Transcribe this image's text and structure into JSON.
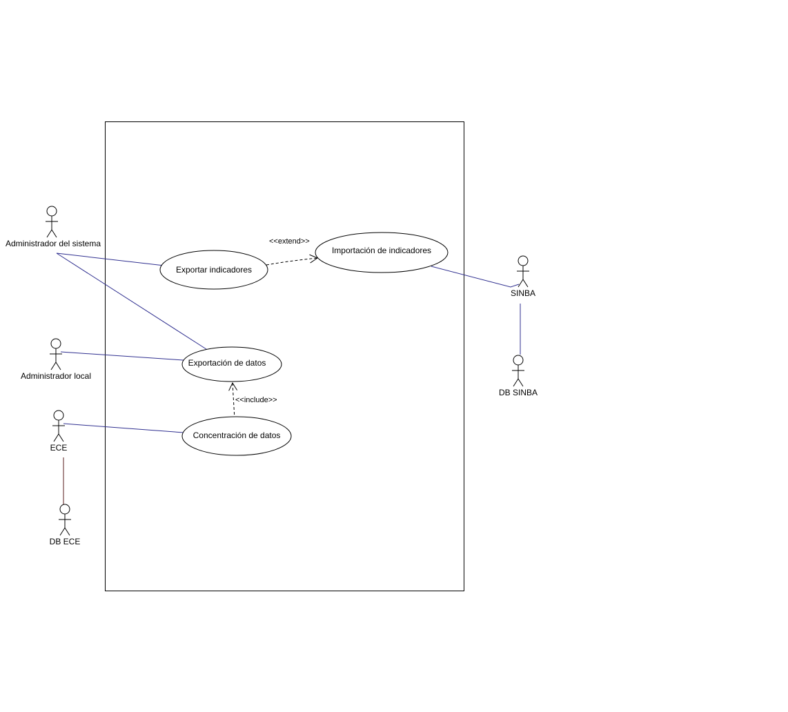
{
  "colors": {
    "association": "#2e2e8f",
    "actor_link": "#5a1e1e",
    "outline": "#000000",
    "background": "#ffffff"
  },
  "actors": {
    "admin_sistema": "Administrador del sistema",
    "admin_local": "Administrador local",
    "ece": "ECE",
    "db_ece": "DB ECE",
    "sinba": "SINBA",
    "db_sinba": "DB SINBA"
  },
  "use_cases": {
    "exportar_indicadores": "Exportar indicadores",
    "importacion_indicadores": "Importación de indicadores",
    "exportacion_datos": "Exportación de datos",
    "concentracion_datos": "Concentración de datos"
  },
  "relations": {
    "extend": "<<extend>>",
    "include": "<<include>>"
  }
}
